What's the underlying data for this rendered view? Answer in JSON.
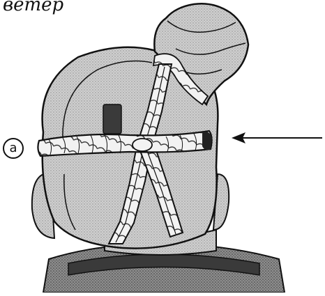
{
  "figure": {
    "caption_fragment": "ветер",
    "marker_label": "a",
    "icons": [
      "head-outline",
      "headwrap-top-knot",
      "twisted-rope-band",
      "braided-cross-strap",
      "direction-arrow"
    ],
    "colors": {
      "ink": "#111111",
      "stipple_fill": "#c9c9c9",
      "rope_fill": "#efefef",
      "dark_shading": "#3a3a3a"
    }
  }
}
